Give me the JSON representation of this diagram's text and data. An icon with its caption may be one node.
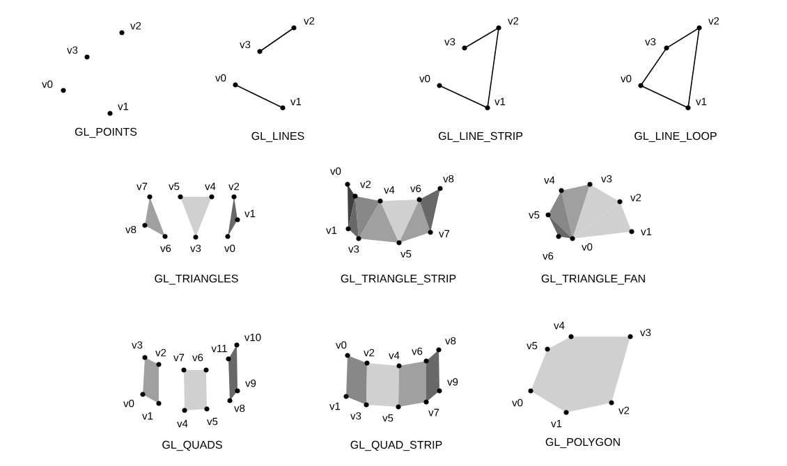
{
  "diagram": {
    "labels": [
      "v2",
      "v3",
      "v0",
      "v1",
      "GL_POINTS",
      "v2",
      "v3",
      "v0",
      "v1",
      "GL_LINES",
      "v2",
      "v3",
      "v0",
      "v1",
      "GL_LINE_STRIP",
      "v2",
      "v3",
      "v0",
      "v1",
      "GL_LINE_LOOP",
      "v7",
      "v5",
      "v4",
      "v2",
      "v1",
      "v8",
      "v6",
      "v3",
      "v0",
      "GL_TRIANGLES",
      "v0",
      "v2",
      "v4",
      "v6",
      "v8",
      "v1",
      "v7",
      "v3",
      "v5",
      "GL_TRIANGLE_STRIP",
      "v4",
      "v3",
      "v2",
      "v5",
      "v1",
      "v0",
      "v6",
      "GL_TRIANGLE_FAN",
      "v3",
      "v2",
      "v7",
      "v6",
      "v11",
      "v10",
      "v9",
      "v0",
      "v1",
      "v8",
      "v4",
      "v5",
      "GL_QUADS",
      "v0",
      "v2",
      "v4",
      "v6",
      "v8",
      "v9",
      "v1",
      "v3",
      "v5",
      "v7",
      "GL_QUAD_STRIP",
      "v4",
      "v3",
      "v5",
      "v0",
      "v2",
      "v1",
      "GL_POLYGON"
    ]
  }
}
